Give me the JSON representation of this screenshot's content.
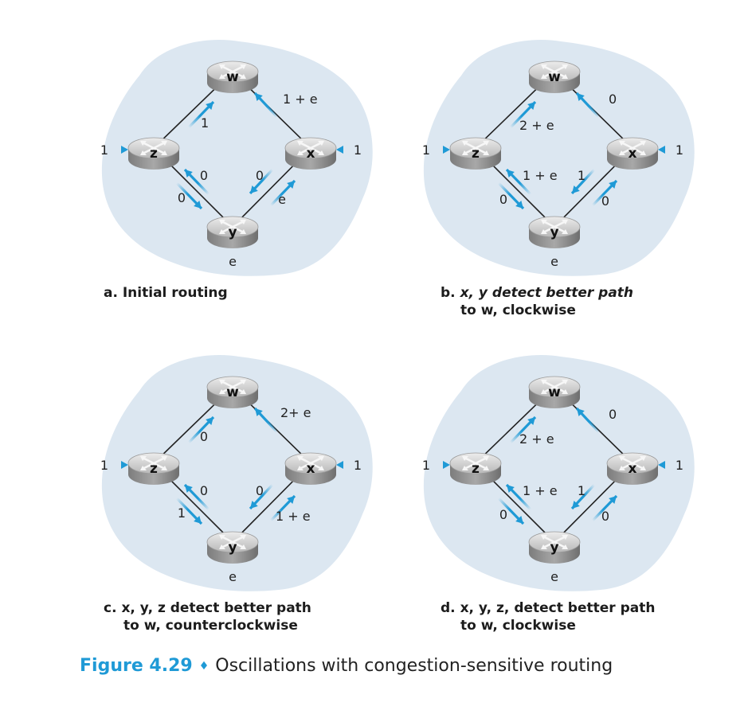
{
  "colors": {
    "cloud": "#dce7f1",
    "arrow": "#1f9ad6",
    "router_light": "#d4d4d4",
    "router_dark": "#8e8e8e",
    "text": "#222222"
  },
  "icons": {
    "router": "router-icon",
    "arrow": "cost-arrow-icon"
  },
  "panels": [
    {
      "id": "a",
      "caption": {
        "letter": "a.",
        "line1": "Initial routing",
        "line2": ""
      },
      "costs": {
        "w": "1 + e",
        "z": "1",
        "xy": "0",
        "yx": "e",
        "zy": "0",
        "yz": "0"
      },
      "inputs": {
        "z": "1",
        "x": "1",
        "y": "e"
      }
    },
    {
      "id": "b",
      "caption": {
        "letter": "b.",
        "line1": "x, y detect better path",
        "line2": "to w, clockwise"
      },
      "costs": {
        "w": "0",
        "z": "2 + e",
        "xy": "1",
        "yx": "0",
        "zy": "0",
        "yz": "1 + e"
      },
      "inputs": {
        "z": "1",
        "x": "1",
        "y": "e"
      }
    },
    {
      "id": "c",
      "caption": {
        "letter": "c.",
        "line1": "x, y, z detect better path",
        "line2": "to w, counterclockwise"
      },
      "costs": {
        "w": "2+ e",
        "z": "0",
        "xy": "0",
        "yx": "1 + e",
        "zy": "1",
        "yz": "0"
      },
      "inputs": {
        "z": "1",
        "x": "1",
        "y": "e"
      }
    },
    {
      "id": "d",
      "caption": {
        "letter": "d.",
        "line1": "x, y, z, detect better path",
        "line2": "to w, clockwise"
      },
      "costs": {
        "w": "0",
        "z": "2 + e",
        "xy": "1",
        "yx": "0",
        "zy": "0",
        "yz": "1 + e"
      },
      "inputs": {
        "z": "1",
        "x": "1",
        "y": "e"
      }
    }
  ],
  "routers": {
    "w": "w",
    "x": "x",
    "y": "y",
    "z": "z"
  },
  "figure": {
    "number": "Figure 4.29",
    "separator": "♦",
    "title": "Oscillations with congestion-sensitive routing"
  }
}
